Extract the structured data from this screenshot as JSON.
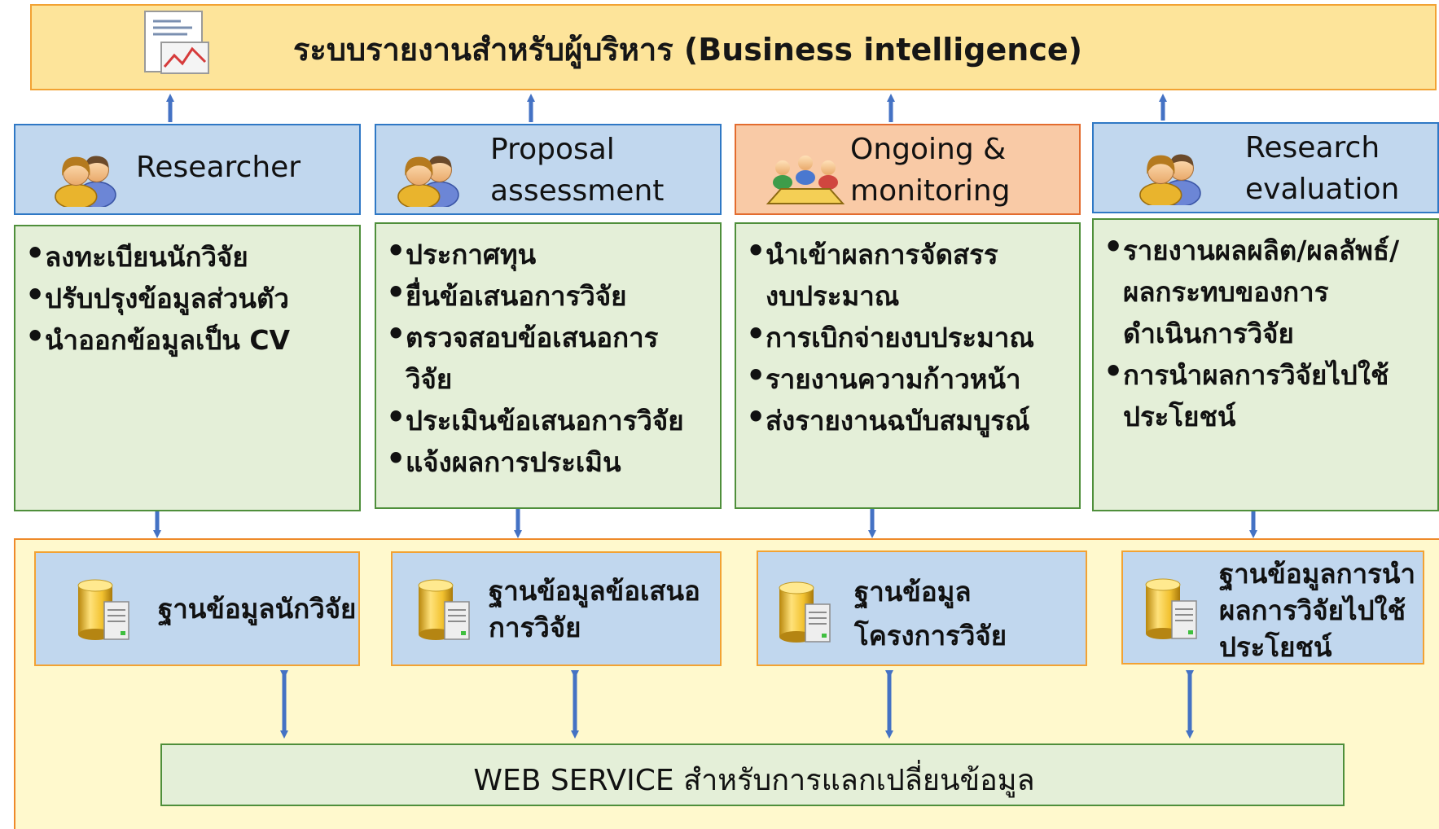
{
  "bi_banner": {
    "title": "ระบบรายงานสำหรับผู้บริหาร (Business intelligence)",
    "icon": "report-chart-icon"
  },
  "modules": [
    {
      "id": "researcher",
      "label_lines": [
        "Researcher"
      ],
      "icon": "people-icon",
      "tasks": [
        "ลงทะเบียนนักวิจัย",
        "ปรับปรุงข้อมูลส่วนตัว",
        "นำออกข้อมูลเป็น CV"
      ]
    },
    {
      "id": "proposal",
      "label_lines": [
        "Proposal",
        "assessment"
      ],
      "icon": "people-icon",
      "tasks": [
        "ประกาศทุน",
        "ยื่นข้อเสนอการวิจัย",
        "ตรวจสอบข้อเสนอการ|วิจัย",
        "ประเมินข้อเสนอการวิจัย",
        "แจ้งผลการประเมิน"
      ]
    },
    {
      "id": "ongoing",
      "label_lines": [
        "Ongoing &",
        "monitoring"
      ],
      "icon": "meeting-icon",
      "tasks": [
        "นำเข้าผลการจัดสรร|งบประมาณ",
        "การเบิกจ่ายงบประมาณ",
        "รายงานความก้าวหน้า",
        "ส่งรายงานฉบับสมบูรณ์"
      ]
    },
    {
      "id": "evaluation",
      "label_lines": [
        "Research",
        "evaluation"
      ],
      "icon": "people-icon",
      "tasks": [
        "รายงานผลผลิต/ผลลัพธ์/|ผลกระทบของการ|ดำเนินการวิจัย",
        "การนำผลการวิจัยไปใช้|ประโยชน์"
      ]
    }
  ],
  "databases": [
    {
      "id": "db-researcher",
      "label_lines": [
        "ฐานข้อมูลนักวิจัย"
      ],
      "icon": "database-server-icon"
    },
    {
      "id": "db-proposal",
      "label_lines": [
        "ฐานข้อมูลข้อเสนอ",
        "การวิจัย"
      ],
      "icon": "database-server-icon"
    },
    {
      "id": "db-project",
      "label_lines": [
        "ฐานข้อมูล",
        "โครงการวิจัย"
      ],
      "icon": "database-server-icon"
    },
    {
      "id": "db-utilization",
      "label_lines": [
        "ฐานข้อมูลการนำ",
        "ผลการวิจัยไปใช้",
        "ประโยชน์"
      ],
      "icon": "database-server-icon"
    }
  ],
  "web_service": {
    "label": "WEB SERVICE สำหรับการแลกเปลี่ยนข้อมูล"
  },
  "colors": {
    "bi_fill": "#fde49a",
    "module_fill": "#c1d7ee",
    "module_active_fill": "#f9caa6",
    "task_fill": "#e4efd8",
    "db_layer_fill": "#fff9cd",
    "arrow": "#4472c4"
  }
}
